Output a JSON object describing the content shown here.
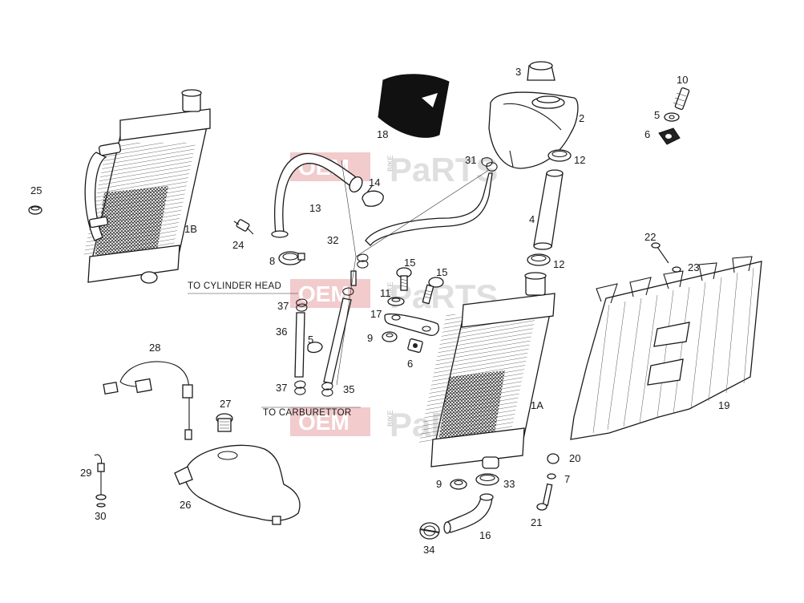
{
  "watermark": {
    "oem": "OEM",
    "bike": "BIKE",
    "parts": "PaRTS"
  },
  "notes": {
    "cylinder_head": "TO CYLINDER HEAD",
    "carburettor": "TO CARBURETTOR"
  },
  "callouts": {
    "c3": "3",
    "c2": "2",
    "c10": "10",
    "c5a": "5",
    "c6a": "6",
    "c18": "18",
    "c31": "31",
    "c12a": "12",
    "c12b": "12",
    "c25": "25",
    "c1b": "1B",
    "c14": "14",
    "c13": "13",
    "c4": "4",
    "c24": "24",
    "c32": "32",
    "c8": "8",
    "c22": "22",
    "c23": "23",
    "c15a": "15",
    "c15b": "15",
    "c11": "11",
    "c17": "17",
    "c37a": "37",
    "c36": "36",
    "c5b": "5",
    "c9a": "9",
    "c6b": "6",
    "c28": "28",
    "c37b": "37",
    "c35": "35",
    "c1a": "1A",
    "c19": "19",
    "c27": "27",
    "c20": "20",
    "c29": "29",
    "c7": "7",
    "c9b": "9",
    "c33": "33",
    "c26": "26",
    "c21": "21",
    "c30": "30",
    "c16": "16",
    "c34": "34"
  }
}
